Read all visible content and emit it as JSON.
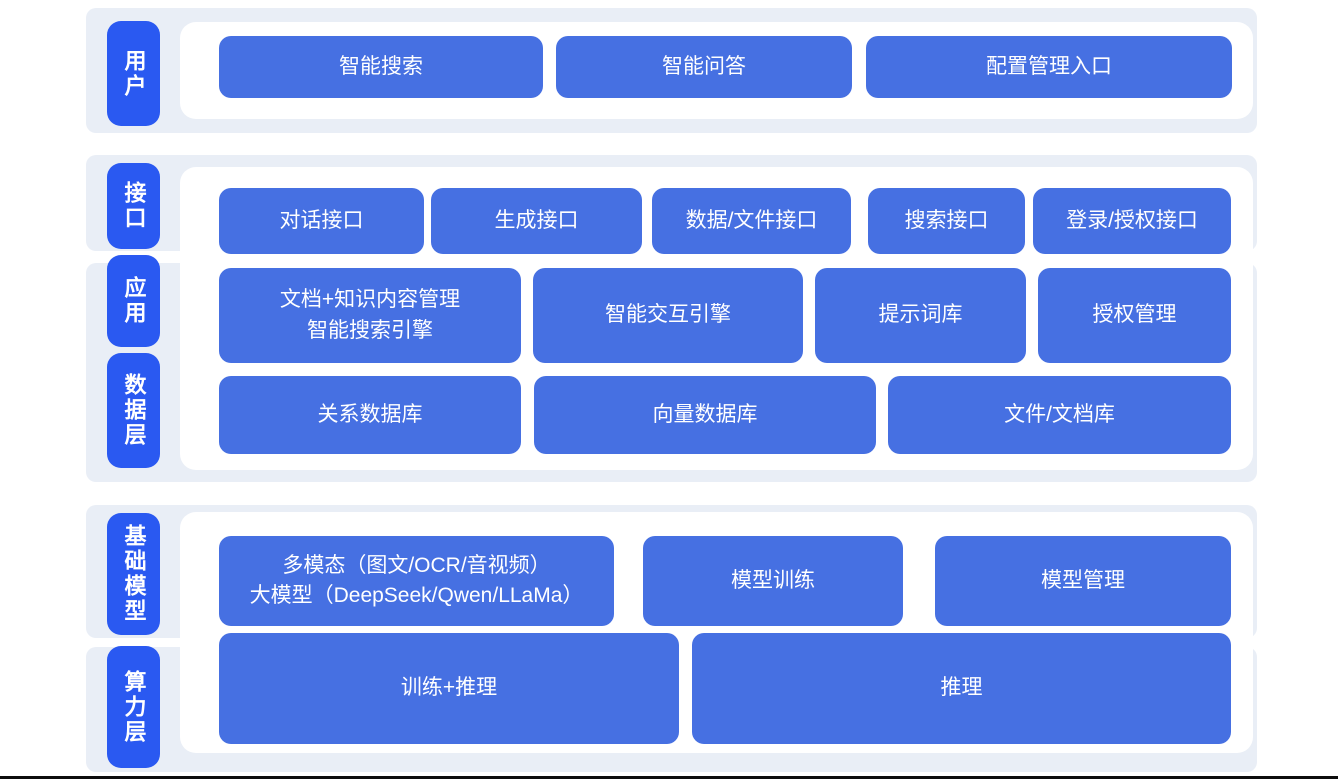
{
  "colors": {
    "page_bg": "#ffffff",
    "band_bg": "#e9eef6",
    "panel_bg": "#ffffff",
    "layer_label_bg": "#2a59f1",
    "box_bg": "#4670e2",
    "box_text": "#ffffff",
    "bottom_rule": "#0d0d0d"
  },
  "layers": [
    {
      "id": "user",
      "label": "用户",
      "items": [
        {
          "label": "智能搜索"
        },
        {
          "label": "智能问答"
        },
        {
          "label": "配置管理入口"
        }
      ]
    },
    {
      "id": "interface",
      "label": "接口",
      "items": [
        {
          "label": "对话接口"
        },
        {
          "label": "生成接口"
        },
        {
          "label": "数据/文件接口"
        },
        {
          "label": "搜索接口"
        },
        {
          "label": "登录/授权接口"
        }
      ]
    },
    {
      "id": "application",
      "label": "应用",
      "items": [
        {
          "label": "文档+知识内容管理\n智能搜索引擎"
        },
        {
          "label": "智能交互引擎"
        },
        {
          "label": "提示词库"
        },
        {
          "label": "授权管理"
        }
      ]
    },
    {
      "id": "data-layer",
      "label": "数据层",
      "items": [
        {
          "label": "关系数据库"
        },
        {
          "label": "向量数据库"
        },
        {
          "label": "文件/文档库"
        }
      ]
    },
    {
      "id": "foundation-model",
      "label": "基础模型",
      "items": [
        {
          "label": "多模态（图文/OCR/音视频）\n大模型（DeepSeek/Qwen/LLaMa）"
        },
        {
          "label": "模型训练"
        },
        {
          "label": "模型管理"
        }
      ]
    },
    {
      "id": "compute-layer",
      "label": "算力层",
      "items": [
        {
          "label": "训练+推理"
        },
        {
          "label": "推理"
        }
      ]
    }
  ]
}
